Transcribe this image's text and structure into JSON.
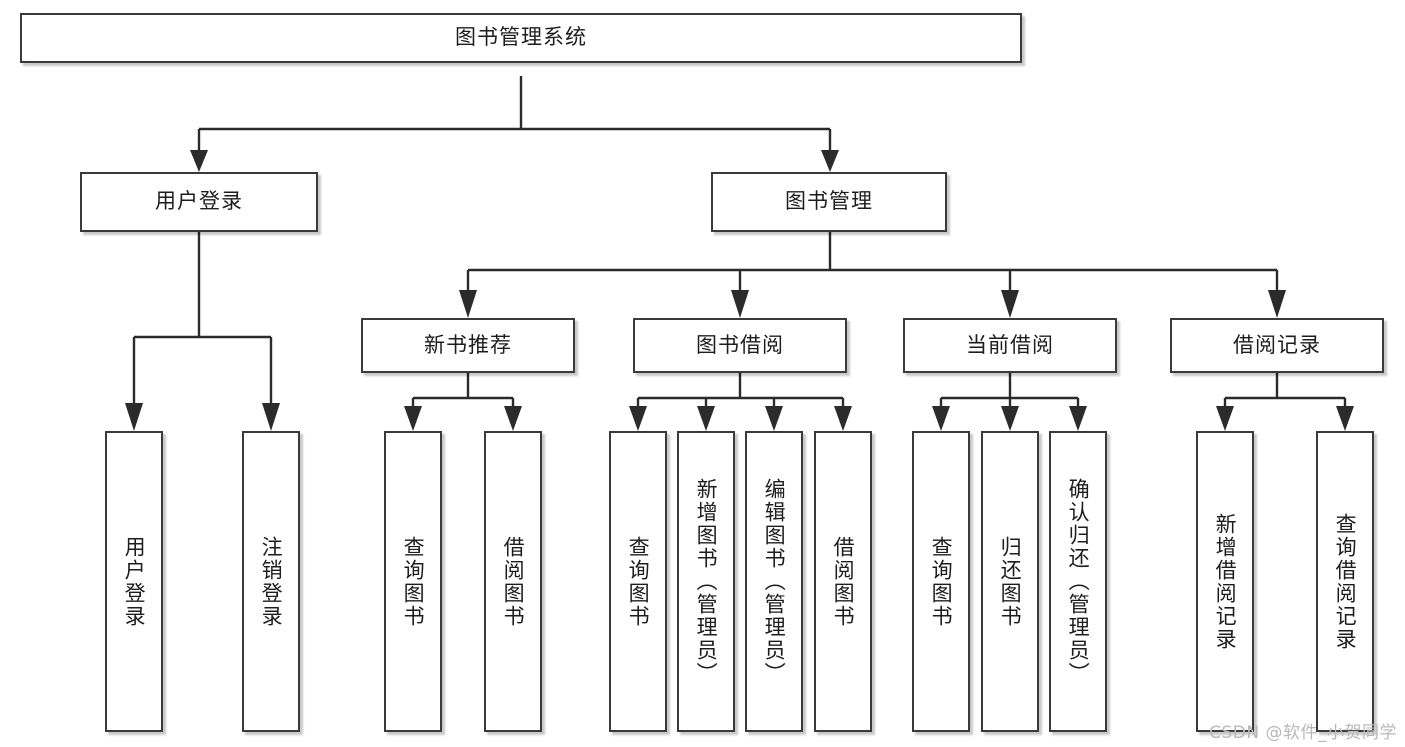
{
  "diagram": {
    "type": "tree-hierarchy",
    "title": "图书管理系统",
    "root": {
      "label": "图书管理系统"
    },
    "level2": [
      {
        "id": "user-login",
        "label": "用户登录"
      },
      {
        "id": "book-manage",
        "label": "图书管理"
      }
    ],
    "level3": [
      {
        "id": "new-book-recommend",
        "label": "新书推荐"
      },
      {
        "id": "book-borrow",
        "label": "图书借阅"
      },
      {
        "id": "current-borrow",
        "label": "当前借阅"
      },
      {
        "id": "borrow-record",
        "label": "借阅记录"
      }
    ],
    "leaves": {
      "user_login": [
        {
          "id": "leaf-user-login",
          "label": "用户登录"
        },
        {
          "id": "leaf-logout-login",
          "label": "注销登录"
        }
      ],
      "new_book_recommend": [
        {
          "id": "leaf-query-book-1",
          "label": "查询图书"
        },
        {
          "id": "leaf-borrow-book-1",
          "label": "借阅图书"
        }
      ],
      "book_borrow": [
        {
          "id": "leaf-query-book-2",
          "label": "查询图书"
        },
        {
          "id": "leaf-add-book",
          "label": "新增图书（管理员）"
        },
        {
          "id": "leaf-edit-book",
          "label": "编辑图书（管理员）"
        },
        {
          "id": "leaf-borrow-book-2",
          "label": "借阅图书"
        }
      ],
      "current_borrow": [
        {
          "id": "leaf-query-book-3",
          "label": "查询图书"
        },
        {
          "id": "leaf-return-book",
          "label": "归还图书"
        },
        {
          "id": "leaf-confirm-return",
          "label": "确认归还（管理员）"
        }
      ],
      "borrow_record": [
        {
          "id": "leaf-add-record",
          "label": "新增借阅记录"
        },
        {
          "id": "leaf-query-record",
          "label": "查询借阅记录"
        }
      ]
    }
  },
  "watermark": {
    "text": "CSDN @软件_小贺同学"
  },
  "colors": {
    "box_border": "#3a3a3a",
    "box_fill": "#ffffff",
    "line": "#2b2b2b",
    "text": "#1d1d1d",
    "watermark": "#b9b9b9",
    "background": "#ffffff"
  }
}
